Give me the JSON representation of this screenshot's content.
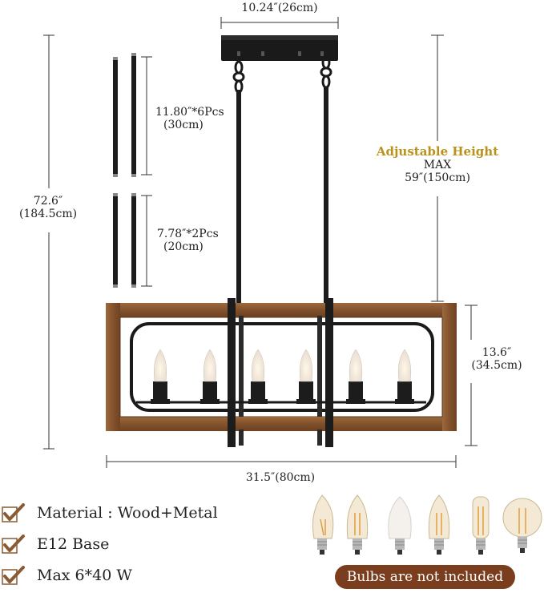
{
  "dimensions": {
    "canopy_width": "10.24″(26cm)",
    "total_height_line1": "72.6″",
    "total_height_line2": "(184.5cm)",
    "rod_long_line1": "11.80″*6Pcs",
    "rod_long_line2": "(30cm)",
    "rod_short_line1": "7.78″*2Pcs",
    "rod_short_line2": "(20cm)",
    "adjustable_title": "Adjustable Height",
    "adjustable_max": "MAX",
    "adjustable_value": "59″(150cm)",
    "frame_height_line1": "13.6″",
    "frame_height_line2": "(34.5cm)",
    "frame_width": "31.5″(80cm)"
  },
  "features": [
    {
      "label": "Material : Wood+Metal"
    },
    {
      "label": "E12 Base"
    },
    {
      "label": "Max 6*40 W"
    }
  ],
  "bulb_note": "Bulbs are not included",
  "colors": {
    "wood": "#8b5a33",
    "metal": "#1c1c1c",
    "accent_gold": "#b8921d",
    "note_bg": "#7a3e1e",
    "check": "#8a5a33"
  }
}
